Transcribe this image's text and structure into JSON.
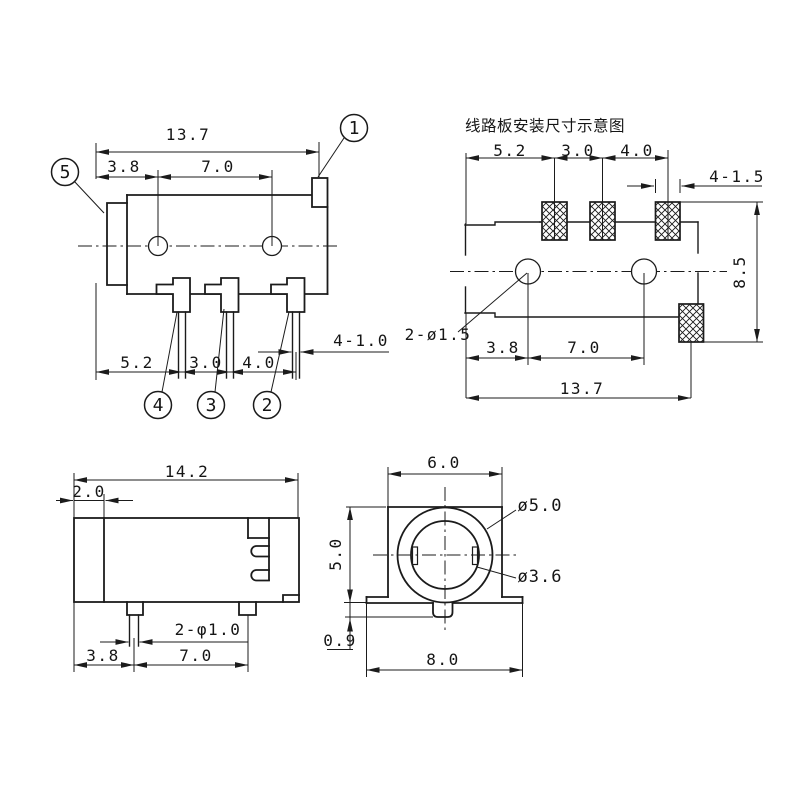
{
  "drawing": {
    "front_view": {
      "callouts": [
        "1",
        "2",
        "3",
        "4",
        "5"
      ],
      "overall_width": "13.7",
      "hole_offset": "3.8",
      "hole_pitch": "7.0",
      "pin_span": "5.2",
      "pin_pitch_a": "3.0",
      "pin_pitch_b": "4.0",
      "pin_width": "4-1.0"
    },
    "pcb_view": {
      "title": "线路板安装尺寸示意图",
      "pad_span": "5.2",
      "pad_pitch_a": "3.0",
      "pad_pitch_b": "4.0",
      "pad_width": "4-1.5",
      "board_height": "8.5",
      "hole_label": "2-ø1.5",
      "hole_offset": "3.8",
      "hole_pitch": "7.0",
      "overall_width": "13.7"
    },
    "side_view": {
      "overall_length": "14.2",
      "front_step": "2.0",
      "leg_label": "2-φ1.0",
      "leg_offset": "3.8",
      "leg_pitch": "7.0"
    },
    "end_view": {
      "body_width": "6.0",
      "outer_dia": "ø5.0",
      "inner_dia": "ø3.6",
      "body_height": "5.0",
      "tab_depth": "0.9",
      "base_width": "8.0"
    },
    "colors": {
      "line": "#1b1b1b",
      "background": "#ffffff"
    }
  }
}
